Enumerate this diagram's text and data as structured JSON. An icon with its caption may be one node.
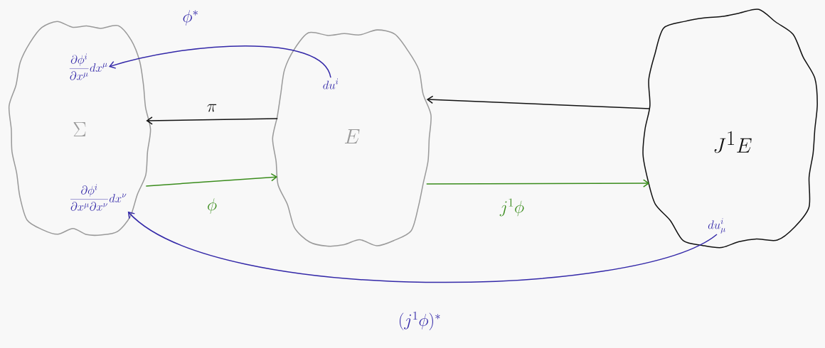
{
  "diagram": {
    "nodes": [
      {
        "text": [
          "\\Sigma"
        ]
      },
      {
        "text": [
          "\\frac{\\partial\\phi^i}{\\partial x^\\mu}dx^\\mu"
        ],
        "in": 0
      },
      {
        "text": [
          "\\frac{\\partial\\phi^i}{\\partial x^\\mu\\partial x^\\nu}dx^\\nu"
        ],
        "in": 0
      },
      {
        "text": [
          "E"
        ]
      },
      {
        "text": [
          "du^i"
        ],
        "in": 3
      },
      {
        "text": [
          "J^1E"
        ]
      },
      {
        "text": [
          "du^i_\\mu"
        ],
        "in": 5
      }
    ],
    "edges": [
      {
        "from": 5,
        "to": 3,
        "arrow": "to",
        "color": "#111111"
      },
      {
        "from": 3,
        "to": 0,
        "arrow": "to",
        "label": "\\pi",
        "color": "#111111"
      },
      {
        "from": 0,
        "to": 3,
        "arrow": "to",
        "label": "\\phi",
        "color": "#3a8c1c"
      },
      {
        "from": 3,
        "to": 5,
        "arrow": "to",
        "label": "j^1\\phi",
        "color": "#3a8c1c"
      },
      {
        "from": 4,
        "to": 1,
        "arrow": "to",
        "label": "\\phi^*",
        "color": "#3328a8"
      },
      {
        "from": 6,
        "to": 2,
        "arrow": "to",
        "label": "(j^1\\phi)^*",
        "color": "#3328a8"
      }
    ]
  }
}
